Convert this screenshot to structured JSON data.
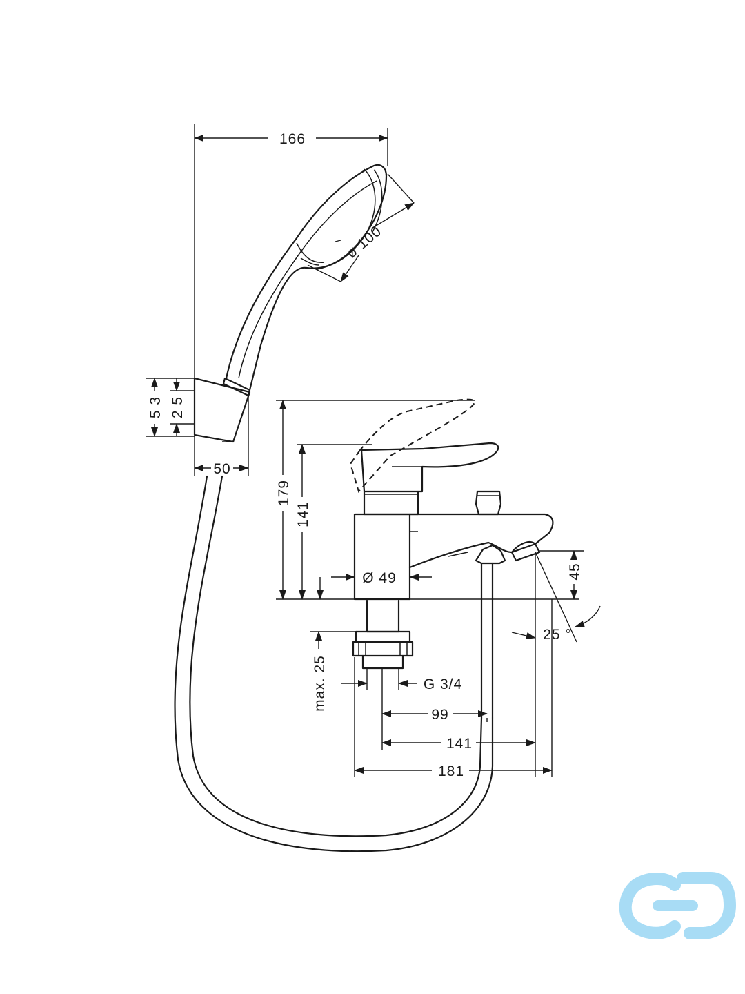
{
  "drawing": {
    "title": "",
    "dimensions": {
      "overall_width": "166",
      "hand_shower_diameter": "ø 100",
      "holder_height": "5 3",
      "holder_inner_height": "2 5",
      "holder_width": "50",
      "height_lever_raised": "179",
      "height_lever_closed": "141",
      "body_diameter": "Ø 49",
      "spout_height": "45",
      "spout_angle": "25 °",
      "max_thickness": "max. 25",
      "thread": "G 3/4",
      "distance_shower_outlet": "99",
      "distance_spout": "141",
      "overall_depth": "181"
    }
  },
  "watermark": {
    "brand": "cd",
    "color": "#a8dcf5"
  }
}
